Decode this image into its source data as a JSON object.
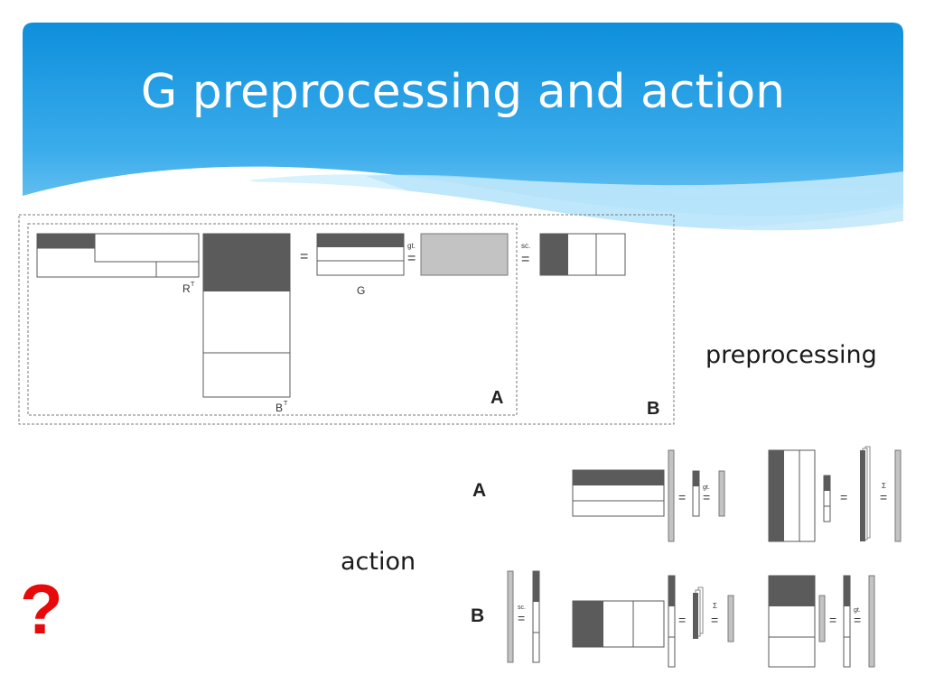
{
  "slide": {
    "title": "G preprocessing and action",
    "preprocessing_label": "preprocessing",
    "action_label": "action",
    "question_mark": "?"
  },
  "diagram": {
    "matrix_r_label": "R",
    "matrix_b_label": "B",
    "transpose_mark": "T",
    "matrix_g_label": "G",
    "op_gt": "gt.",
    "op_sc": "sc.",
    "op_sum": "Σ",
    "equals": "=",
    "box_a_label": "A",
    "box_b_label": "B",
    "row_a_label": "A",
    "row_b_label": "B"
  },
  "colors": {
    "dark_block": "#5b5b5b",
    "light_block": "#c3c3c3",
    "outline": "#5a5a5a",
    "question_mark": "#e8090a",
    "banner_top": "#1592da",
    "banner_bottom": "#7cc8f2"
  }
}
